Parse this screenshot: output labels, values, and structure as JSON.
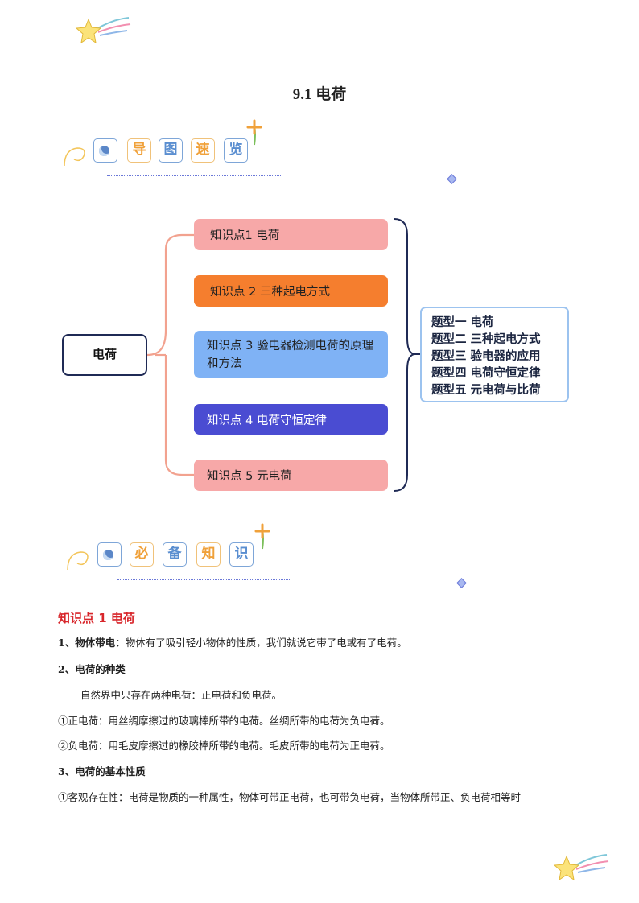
{
  "title": "9.1  电荷",
  "banner1": {
    "tiles": [
      "导",
      "图",
      "速",
      "览"
    ]
  },
  "banner2": {
    "tiles": [
      "必",
      "备",
      "知",
      "识"
    ]
  },
  "mindmap": {
    "root": "电荷",
    "nodes": [
      "知识点1   电荷",
      "知识点 2   三种起电方式",
      "知识点 3   验电器检测电荷的原理和方法",
      "知识点 4  电荷守恒定律",
      "知识点 5  元电荷"
    ],
    "types": [
      "题型一   电荷",
      "题型二   三种起电方式",
      "题型三   验电器的应用",
      "题型四   电荷守恒定律",
      "题型五   元电荷与比荷"
    ]
  },
  "section": {
    "heading": "知识点  1  电荷",
    "p1_label": "1、物体带电",
    "p1_text": "：物体有了吸引轻小物体的性质，我们就说它带了电或有了电荷。",
    "p2": "2、电荷的种类",
    "p3": "自然界中只存在两种电荷：正电荷和负电荷。",
    "p4": "①正电荷：用丝绸摩擦过的玻璃棒所带的电荷。丝绸所带的电荷为负电荷。",
    "p5": "②负电荷：用毛皮摩擦过的橡胶棒所带的电荷。毛皮所带的电荷为正电荷。",
    "p6": "3、电荷的基本性质",
    "p7": "①客观存在性：电荷是物质的一种属性，物体可带正电荷，也可带负电荷，当物体所带正、负电荷相等时"
  },
  "colors": {
    "node1": "#f7a8a8",
    "node2": "#f57e2e",
    "node3": "#7fb2f5",
    "node4": "#4a4cd2",
    "node5": "#f7a8a8",
    "heading": "#d8262b",
    "bracket_left": "#f2a28f",
    "bracket_right": "#1f2a55"
  },
  "icons": [
    "star-icon",
    "flower-icon",
    "globe-icon"
  ]
}
